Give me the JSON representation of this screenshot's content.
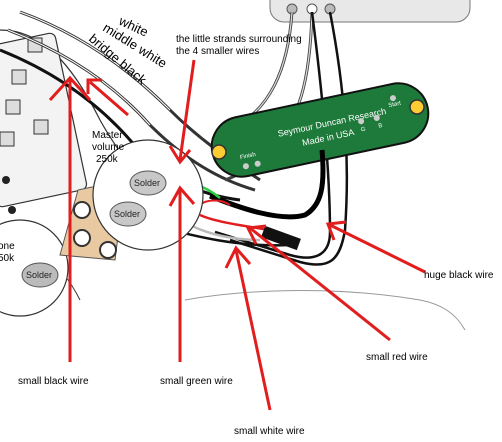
{
  "diagram": {
    "strip_labels": {
      "white": "white",
      "middle_white": "middle white",
      "bridge_black": "bridge black"
    },
    "pot_master": {
      "label_line1": "Master",
      "label_line2": "volume",
      "label_line3": "250k",
      "solder_top": "Solder",
      "solder_bottom": "Solder"
    },
    "pot_tone": {
      "label_line1": "one",
      "label_line2": "50k",
      "solder": "Solder"
    },
    "pickup": {
      "brand": "Seymour Duncan Research",
      "made_in": "Made in USA",
      "left_pad": "Finish",
      "pads": [
        "G",
        "B",
        "Start"
      ]
    },
    "annotations": {
      "strands_line1": "the little strands surrounding",
      "strands_line2": "the 4 smaller wires",
      "small_black": "small black wire",
      "small_green": "small green wire",
      "small_white": "small white wire",
      "small_red": "small red wire",
      "huge_black": "huge black wire"
    },
    "colors": {
      "annotation_red": "#e11d1d",
      "pcb_green": "#1e7a3a",
      "pot_body": "#e9c9a2",
      "wire_green": "#2ecc40",
      "wire_red": "#e11d1d"
    }
  }
}
